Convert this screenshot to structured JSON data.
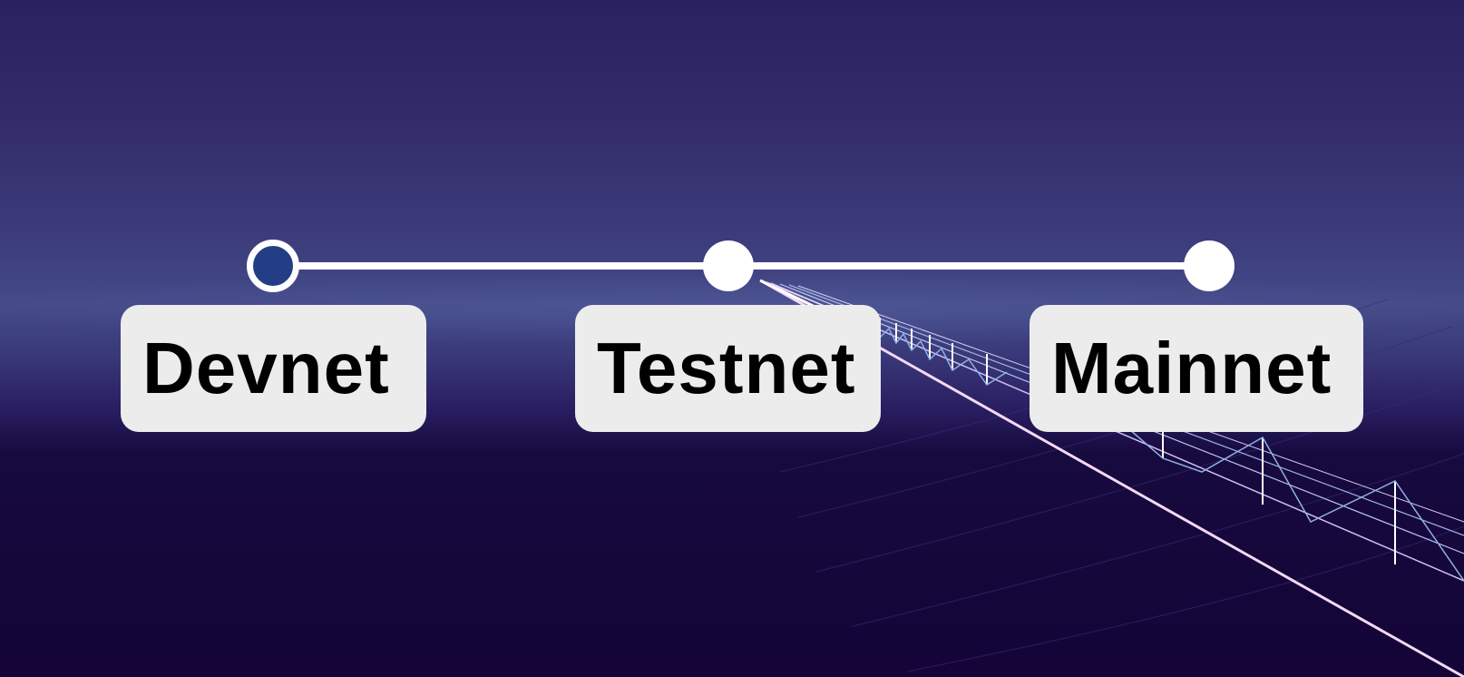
{
  "timeline": {
    "stages": [
      {
        "label": "Devnet",
        "status": "current"
      },
      {
        "label": "Testnet",
        "status": "upcoming"
      },
      {
        "label": "Mainnet",
        "status": "upcoming"
      }
    ]
  },
  "colors": {
    "background_top": "#2a2160",
    "background_bottom": "#140437",
    "track": "#ffffff",
    "current_node_fill": "#233e84",
    "label_box": "#ececec",
    "label_text": "#000000"
  }
}
